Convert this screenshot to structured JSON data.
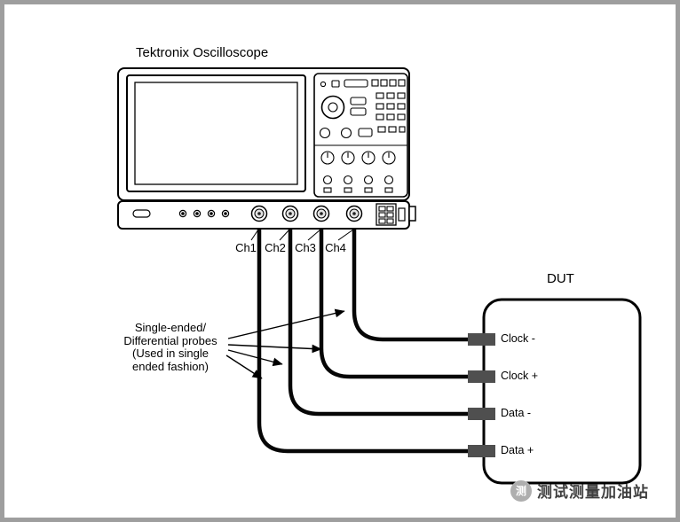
{
  "title": "Tektronix Oscilloscope",
  "oscilloscope": {
    "channels": [
      "Ch1",
      "Ch2",
      "Ch3",
      "Ch4"
    ]
  },
  "probe_note": {
    "line1": "Single-ended/",
    "line2": "Differential probes",
    "line3": "(Used in single",
    "line4": "ended fashion)"
  },
  "dut": {
    "title": "DUT",
    "pins": [
      "Clock -",
      "Clock +",
      "Data -",
      "Data +"
    ]
  },
  "watermark": {
    "logo_glyph": "测",
    "text": "测试测量加油站"
  },
  "colors": {
    "frame_border": "#9e9e9e",
    "line": "#000000",
    "connector": "#4f4f4f",
    "watermark_text": "#3f3f3f"
  }
}
